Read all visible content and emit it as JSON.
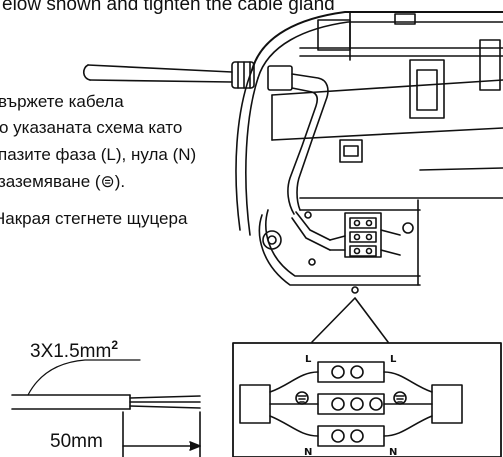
{
  "header_line": "elow shown  and tighten the cable gland",
  "instructions": [
    "вържете кабела",
    "о указаната схема като",
    "пазите фаза (L), нула (N)",
    " заземяване (⊜).",
    "Накрая стегнете щуцера"
  ],
  "cable": {
    "spec": "3X1.5mm",
    "spec_superscript": "2",
    "strip_length": "50mm"
  },
  "terminal": {
    "phase": "L",
    "neutral": "N"
  }
}
